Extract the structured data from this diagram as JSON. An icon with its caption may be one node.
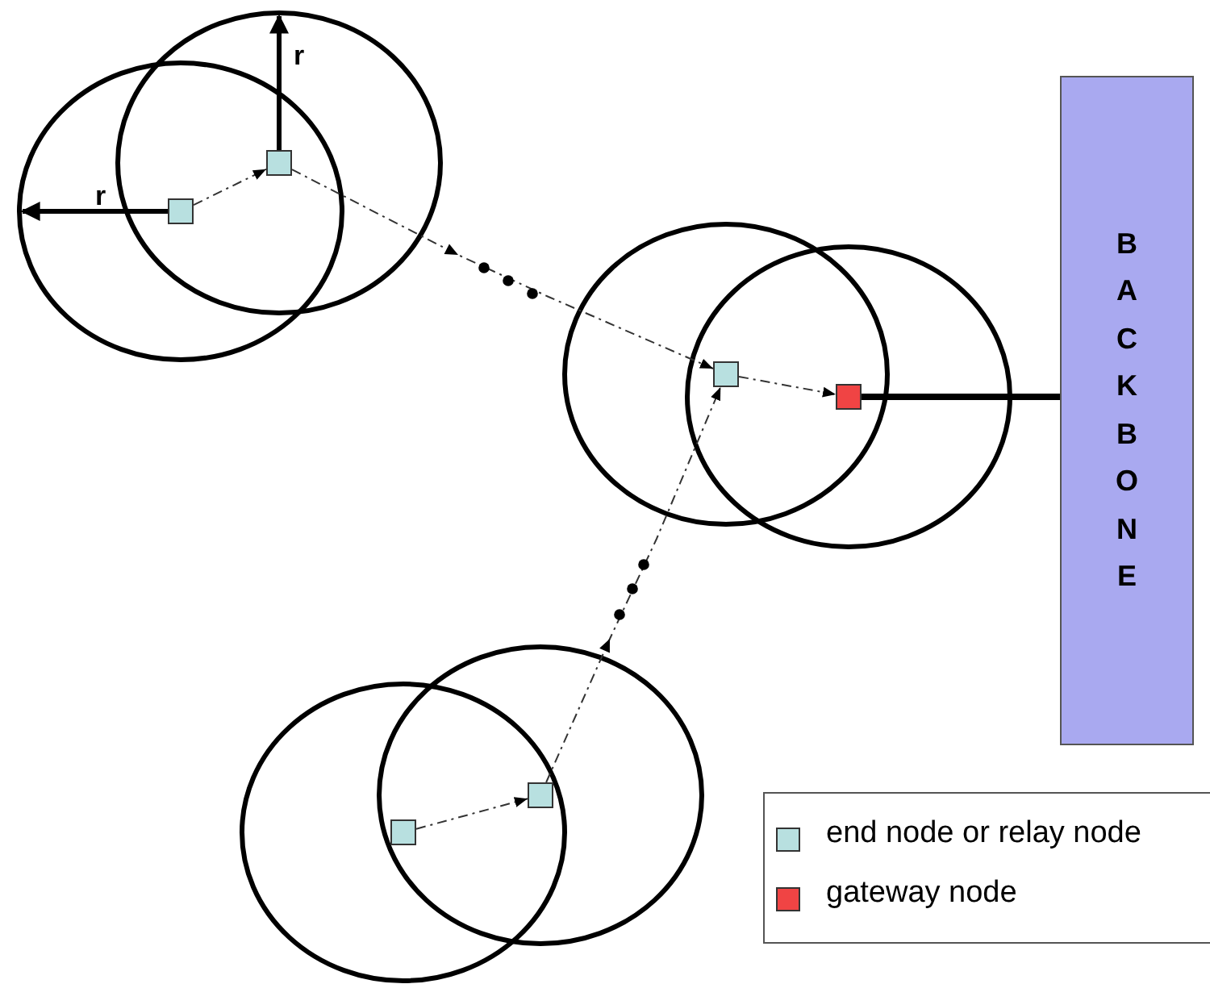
{
  "diagram": {
    "nodes": [
      {
        "text": [],
        "shape": "box"
      },
      {
        "text": [],
        "shape": "box"
      },
      {
        "text": [],
        "shape": "box"
      },
      {
        "text": [],
        "shape": "box"
      },
      {
        "text": [
          "BACKBONE"
        ]
      },
      {
        "text": [],
        "shape": "box"
      },
      {
        "text": [],
        "shape": "box"
      }
    ],
    "edges": [
      {
        "from": 0,
        "to": 1,
        "arrow": "to",
        "style": "dashed"
      },
      {
        "from": 1,
        "to": 2,
        "arrow": "to",
        "style": "dashed"
      },
      {
        "from": 2,
        "to": 3,
        "arrow": "to",
        "style": "dashed"
      },
      {
        "from": 3,
        "to": 4,
        "arrow": "none",
        "style": "thick"
      },
      {
        "from": 5,
        "to": 6,
        "arrow": "to",
        "style": "dashed"
      },
      {
        "from": 6,
        "to": 2,
        "arrow": "to",
        "style": "dashed"
      }
    ],
    "labels": [
      "r",
      "r"
    ],
    "legend": [
      {
        "text": "end node or relay node",
        "color": "#b8e0e0"
      },
      {
        "text": "gateway node",
        "color": "#f04444"
      }
    ]
  }
}
